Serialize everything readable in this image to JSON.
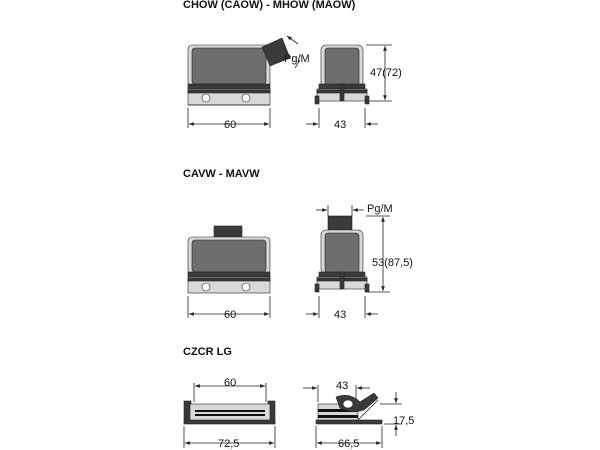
{
  "sections": [
    {
      "title": "CHOW (CAOW) - MHOW (MAOW)",
      "dims": {
        "width": "60",
        "depth": "43",
        "height": "47(72)",
        "thread": "Pg/M"
      }
    },
    {
      "title": "CAVW - MAVW",
      "dims": {
        "width": "60",
        "depth": "43",
        "height": "53(87,5)",
        "thread": "Pg/M"
      }
    },
    {
      "title": "CZCR LG",
      "dims": {
        "top_width": "60",
        "bottom_width": "72,5",
        "top_depth": "43",
        "bottom_depth": "66,5",
        "height": "17,5"
      }
    }
  ]
}
